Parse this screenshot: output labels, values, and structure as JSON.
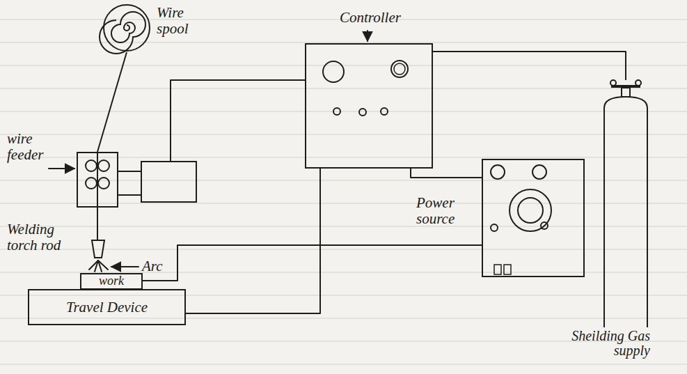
{
  "diagram": {
    "nodes": [
      {
        "text": [
          "Wire spool"
        ]
      },
      {
        "text": [
          "Controller"
        ]
      },
      {
        "text": [
          "wire feeder"
        ]
      },
      {
        "text": [
          "Power source"
        ]
      },
      {
        "text": [
          "work"
        ]
      },
      {
        "text": [
          "Travel Device"
        ]
      },
      {
        "text": [
          "Sheilding Gas supply"
        ]
      }
    ],
    "edges": [
      {
        "from": 0,
        "to": 2,
        "arrow": "none"
      },
      {
        "from": 1,
        "to": 2,
        "arrow": "none"
      },
      {
        "from": 1,
        "to": 3,
        "arrow": "none"
      },
      {
        "from": 1,
        "to": 6,
        "arrow": "none"
      },
      {
        "from": 3,
        "to": 4,
        "arrow": "none"
      },
      {
        "from": 1,
        "to": 5,
        "arrow": "none"
      }
    ],
    "labels": [
      "Welding torch rod",
      "Arc"
    ]
  }
}
